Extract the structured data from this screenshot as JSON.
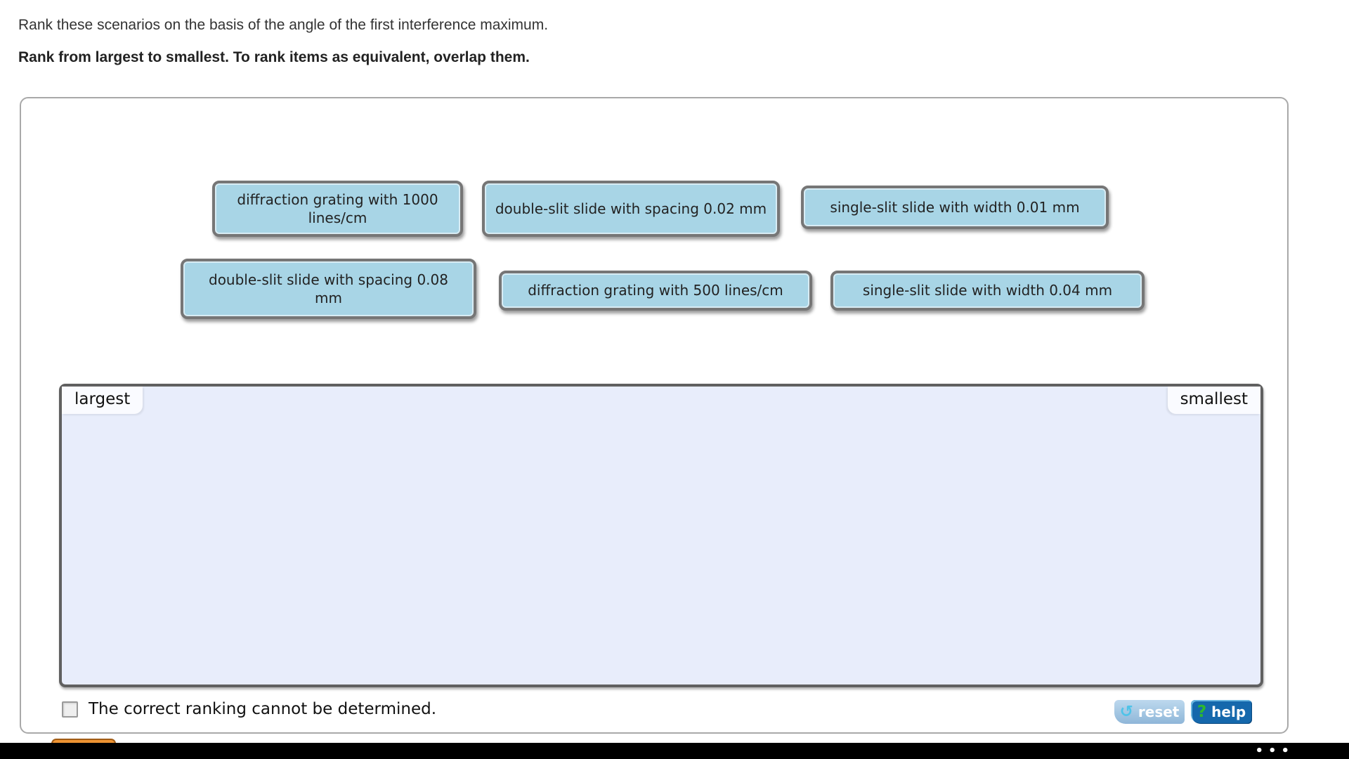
{
  "instructions": {
    "line1": "Rank these scenarios on the basis of the angle of the first interference maximum.",
    "line2": "Rank from largest to smallest. To rank items as equivalent, overlap them."
  },
  "items": [
    {
      "label": "diffraction grating with 1000 lines/cm"
    },
    {
      "label": "double-slit slide with spacing 0.02 mm"
    },
    {
      "label": "single-slit slide with width 0.01 mm"
    },
    {
      "label": "double-slit slide with spacing 0.08 mm"
    },
    {
      "label": "diffraction grating with 500 lines/cm"
    },
    {
      "label": "single-slit slide with width 0.04 mm"
    }
  ],
  "ranking": {
    "left_label": "largest",
    "right_label": "smallest"
  },
  "checkbox": {
    "label": "The correct ranking cannot be determined.",
    "checked": false
  },
  "buttons": {
    "reset_label": "reset",
    "reset_icon_glyph": "↺",
    "help_label": "help",
    "help_icon_glyph": "?"
  },
  "bottom_bar": {
    "ellipsis_glyph": "•••"
  },
  "colors": {
    "item_fill": "#a8d5e6",
    "item_border": "#767676",
    "panel_fill": "#e8edfb",
    "panel_border": "#606060",
    "reset_button_blue": "#a3c6e2",
    "reset_icon_cyan": "#4fc3e8",
    "help_button_blue": "#1568ac",
    "help_icon_green": "#2eb82e",
    "orange_button": "#ef9433",
    "bottom_bar_black": "#000000"
  }
}
